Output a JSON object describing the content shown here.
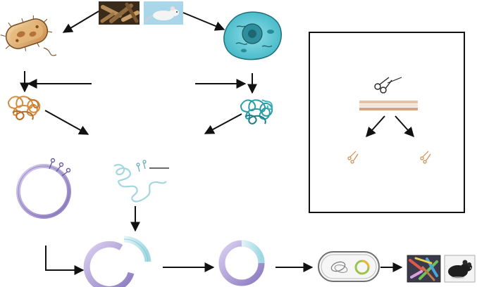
{
  "title": "",
  "nodes": [
    {
      "id": "bacterium",
      "icon": "bacterium-icon"
    },
    {
      "id": "bacteria-photo",
      "icon": "bacteria-colony-photo"
    },
    {
      "id": "mouse-photo",
      "icon": "mouse-photo"
    },
    {
      "id": "eukaryotic-cell",
      "icon": "eukaryotic-cell-icon"
    },
    {
      "id": "bacterial-dna",
      "icon": "bacterial-dna-tangle-icon"
    },
    {
      "id": "eukaryotic-dna",
      "icon": "eukaryotic-dna-tangle-icon"
    },
    {
      "id": "plasmid",
      "icon": "plasmid-with-scissors-icon"
    },
    {
      "id": "dna-fragment",
      "icon": "dna-fragment-with-scissors-icon"
    },
    {
      "id": "cut-plasmid-insert",
      "icon": "open-plasmid-and-insert-icon"
    },
    {
      "id": "recombinant-plasmid",
      "icon": "recombinant-plasmid-icon"
    },
    {
      "id": "transformed-cell",
      "icon": "transformed-bacterium-icon"
    },
    {
      "id": "bacteria-colony-result",
      "icon": "bacteria-colony-photo"
    },
    {
      "id": "mouse-result",
      "icon": "black-mouse-photo"
    }
  ],
  "inset": {
    "icons": [
      "scissors-icon",
      "dna-strand-icon",
      "small-scissors-icon"
    ]
  },
  "colors": {
    "plasmid": "#9b8ac7",
    "insert": "#a9dde6",
    "cell": "#52c1cf",
    "bacterial_dna": "#d68a3b",
    "eukaryotic_dna": "#2a9ca8",
    "strand": "#d9a27d",
    "arrow": "#111111"
  }
}
